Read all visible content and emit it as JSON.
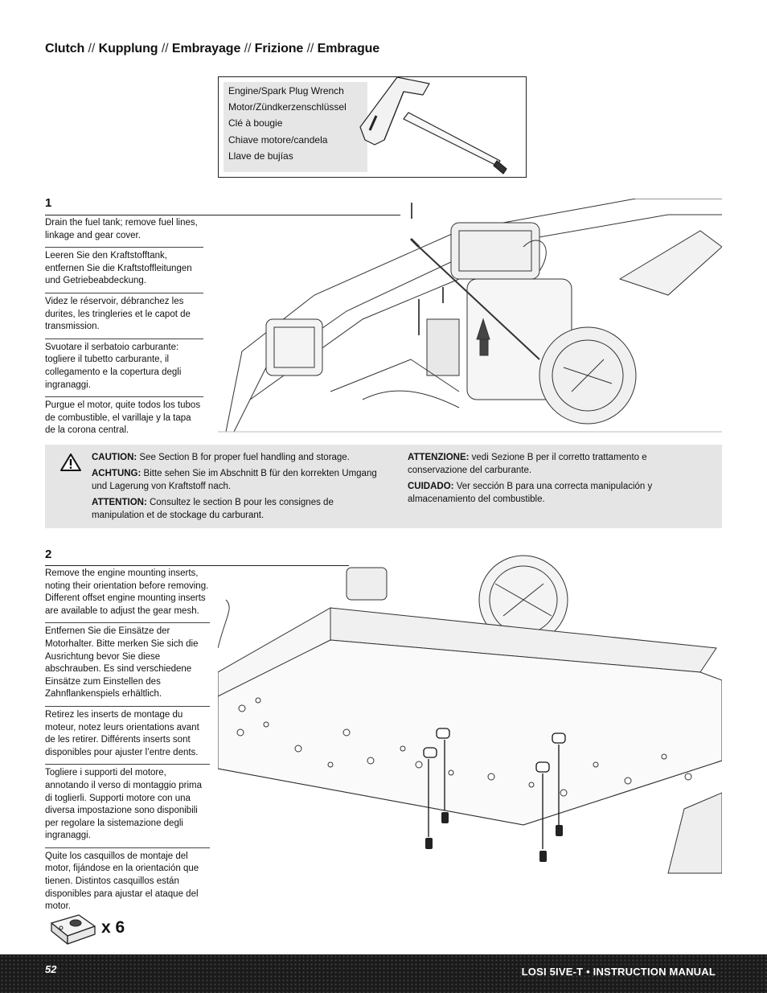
{
  "section_title": {
    "parts": [
      "Clutch",
      "Kupplung",
      "Embrayage",
      "Frizione",
      "Embrague"
    ],
    "separator": "//"
  },
  "tool": {
    "names": [
      "Engine/Spark Plug Wrench",
      "Motor/Zündkerzenschlüssel",
      "Clé à bougie",
      "Chiave motore/candela",
      "Llave de bujías"
    ],
    "icon": "t-wrench-icon"
  },
  "step1": {
    "number": "1",
    "paragraphs": [
      "Drain the fuel tank; remove fuel lines, linkage and gear cover.",
      "Leeren Sie den Kraftstofftank, entfernen Sie die Kraftstoffleitungen und Getriebeabdeckung.",
      "Videz le réservoir, débranchez les durites, les tringleries et le capot de transmission.",
      "Svuotare il serbatoio carburante: togliere il tubetto carburante, il collegamento e la copertura degli ingranaggi.",
      "Purgue el motor, quite todos los tubos de combustible, el varillaje y la tapa de la corona central."
    ]
  },
  "caution": {
    "icon": "warning-triangle-icon",
    "items": [
      {
        "label": "CAUTION:",
        "text": "See Section B for proper fuel handling and storage."
      },
      {
        "label": "ACHTUNG:",
        "text": "Bitte sehen Sie im Abschnitt B für den korrekten Umgang und Lagerung von Kraftstoff nach."
      },
      {
        "label": "ATTENTION:",
        "text": "Consultez le section B pour les consignes de manipulation et de stockage du carburant."
      },
      {
        "label": "ATTENZIONE:",
        "text": "vedi Sezione B per il corretto trattamento e conservazione del carburante."
      },
      {
        "label": "CUIDADO:",
        "text": "Ver sección B para una correcta manipulación y almacenamiento del combustible."
      }
    ]
  },
  "step2": {
    "number": "2",
    "paragraphs": [
      "Remove the engine mounting inserts, noting their orientation before removing. Different offset engine mounting inserts are available to adjust the gear mesh.",
      "Entfernen Sie die Einsätze der Motorhalter. Bitte merken Sie sich die Ausrichtung bevor Sie diese abschrauben. Es sind verschiedene Einsätze zum Einstellen des Zahnflankenspiels erhältlich.",
      "Retirez les inserts de montage du moteur, notez leurs orientations avant de les retirer. Différents inserts sont disponibles pour ajuster l’entre dents.",
      "Togliere i supporti del motore, annotando il verso di montaggio prima di toglierli. Supporti motore con una diversa impostazione sono disponibili per regolare la sistemazione degli ingranaggi.",
      "Quite los casquillos de montaje del motor, fijándose en la orientación que tienen. Distintos casquillos están disponibles para ajustar el ataque del motor."
    ],
    "part_quantity": "x 6",
    "part_icon": "engine-mount-insert-icon"
  },
  "footer": {
    "page_number": "52",
    "manual_title": "LOSI 5IVE-T • INSTRUCTION MANUAL"
  }
}
